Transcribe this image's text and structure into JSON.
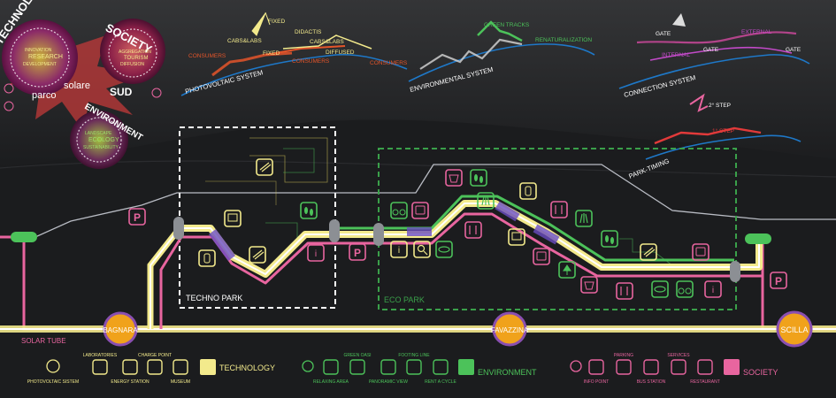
{
  "colors": {
    "technology": "#f3ea8c",
    "environment": "#4cc25a",
    "society": "#e8659f",
    "tube": "#ffffff",
    "station_fill": "#f0a21b",
    "station_ring": "#8a4fb0",
    "sky": "#1e78c8",
    "consumer": "#e4552a"
  },
  "cluster": {
    "technology": "TECHNOLOGY",
    "tech_inner": [
      "INNOVATION",
      "RESEARCH",
      "DEVELOPMENT"
    ],
    "society": "SOCIETY",
    "soc_inner": [
      "AGGREGATION",
      "TOURISM",
      "DIFFUSION"
    ],
    "environment": "ENVIRONMENT",
    "env_inner": [
      "LANDSCAPE",
      "ECOLOGY",
      "SUSTAINABILITY"
    ],
    "word1": "solare",
    "word2": "parco",
    "word3": "SUD"
  },
  "systems": {
    "photovoltaic": {
      "title": "PHOTOVOLTAIC SYSTEM",
      "labels": [
        "FIXED",
        "CABS&LABS",
        "DIDACTIS",
        "CABS&LABS",
        "FIXED",
        "CONSUMERS",
        "CONSUMERS",
        "DIFFUSED",
        "CONSUMERS"
      ]
    },
    "environmental": {
      "title": "ENVIRONMENTAL SYSTEM",
      "labels": [
        "GREEN TRACKS",
        "RENATURALIZATION"
      ]
    },
    "connection": {
      "title": "CONNECTION SYSTEM",
      "labels": [
        "GATE",
        "EXTERNAL",
        "GATE",
        "INTERNAL",
        "GATE"
      ]
    },
    "parktiming": {
      "title": "PARK-TIMING",
      "labels": [
        "2° STEP",
        "1° STEP"
      ]
    }
  },
  "parks": {
    "techno": "TECHNO PARK",
    "eco": "ECO PARK"
  },
  "stations": [
    "BAGNARA",
    "FAVAZZINA",
    "SCILLA"
  ],
  "tube_label": "SOLAR TUBE",
  "legend": {
    "technology": {
      "title": "TECHNOLOGY",
      "items": [
        "PHOTOVOLTAIC SISTEM",
        "LABORATORIES",
        "ENERGY STATION",
        "CHARGE POINT",
        "MUSEUM"
      ]
    },
    "environment": {
      "title": "ENVIRONMENT",
      "items": [
        "RELAXING AREA",
        "GREEN OASI",
        "PANORAMIC VIEW",
        "FOOTING LINE",
        "RENT A CYCLE"
      ]
    },
    "society": {
      "title": "SOCIETY",
      "items": [
        "INFO POINT",
        "PARKING",
        "BUS STATION",
        "SERVICES",
        "RESTAURANT"
      ]
    }
  }
}
